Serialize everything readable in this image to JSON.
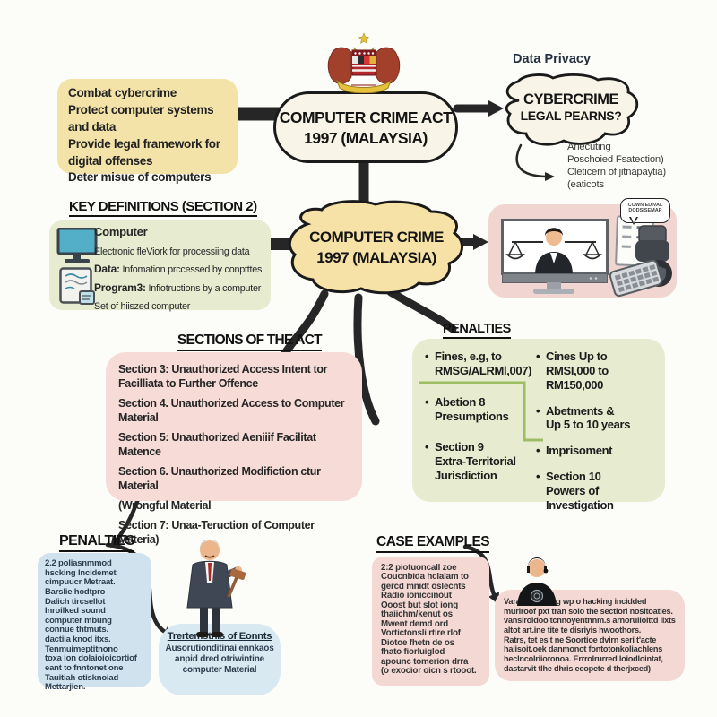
{
  "colors": {
    "background": "#fcfcf9",
    "objectives_yellow": "#f4e3a8",
    "cream": "#f8f4e7",
    "cloud_yellow": "#f6e2a7",
    "green_box": "#e7ecd1",
    "sections_pink": "#f6dbd6",
    "illustration_pink": "#f0d5d0",
    "case_pink": "#f4d8d4",
    "blue_box": "#cfe2ed",
    "blue_blob": "#d9e9f1",
    "connector_black": "#262626",
    "bracket_green": "#9cbd63"
  },
  "icons": {
    "crest": "malaysia-coat-of-arms",
    "monitor": "computer-monitor",
    "document": "program-document",
    "judge_screen": "judge-on-screen-with-scales",
    "gavel_stack": "gavel-and-stamp",
    "keyboard": "keyboard",
    "businessman": "lawyer-with-gavel",
    "hacker": "hooded-hacker"
  },
  "objectives": {
    "lines": [
      "Combat cybercrime",
      "Protect computer systems and data",
      "Provide legal framework for digital offenses",
      "Deter misue of computers"
    ]
  },
  "act_box": {
    "line1": "COMPUTER CRIME ACT",
    "line2": "1997 (MALAYSIA)"
  },
  "data_privacy": "Data Privacy",
  "cybercrime_cloud": {
    "line1": "CYBERCRIME",
    "line2": "LEGAL PEARNS?"
  },
  "cloud_note": {
    "lines": [
      "Anecuting",
      "Poschoied Fsatection)",
      "Cleticern of jitnapaytia)",
      "(eaticots"
    ]
  },
  "definitions": {
    "heading": "KEY DEFINITIONS (SECTION 2)",
    "rows": [
      {
        "lead": "Computer",
        "rest": ""
      },
      {
        "lead": "",
        "rest": "Electronic fleViork for processiing data"
      },
      {
        "lead": "Data:",
        "rest": "Infomation prccessed by conptttes"
      },
      {
        "lead": "Program3:",
        "rest": "Infiotructions by a computer"
      },
      {
        "lead": "",
        "rest": "Set of hiiszed computer"
      }
    ]
  },
  "central_cloud": {
    "line1": "COMPUTER CRIME",
    "line2": "1997 (MALAYSIA)"
  },
  "bubble": "COWN EDIVAL\nDODSISEMAR",
  "sections": {
    "heading": "SECTIONS OF THE ACT",
    "items": [
      "Section 3: Unauthorized Access Intent tor Facilliata to Further Offence",
      "Section 4. Unauthorized Access to Computer Material",
      "Section 5: Unauthorized Aeniiif Facilitat Matence",
      "Section 6. Unauthorized Modifiction ctur Material",
      "(Wrongful Material",
      "Section 7: Unaa-Teruction of Computer Materia)"
    ]
  },
  "penalties": {
    "heading": "PENALTIES",
    "left": [
      "Fines, e.g, to\nRMSG/ALRMl,007)",
      "Abetion 8\nPresumptions",
      "Section 9\nExtra-Territorial\nJurisdiction"
    ],
    "right": [
      "Cines Up to\nRMSI,000 to RM150,000",
      "Abetments &\nUp 5 to 10 years",
      "Imprisoment",
      "Section 10\nPowers of\nInvestigation"
    ]
  },
  "penalties_detail": {
    "heading": "PENALTIES",
    "lines": [
      "2.2 poliasnmmod",
      "hscking Incidemet",
      "cimpuucr Metraat.",
      "Barslie hodtpro",
      "Dalich tircsellot",
      "Inroilked sound",
      "computer mbung",
      "connue thtmuts.",
      "dactiia knod itxs.",
      "Tenmuimeptitnono",
      "toxa ion dolaioioicortiof",
      "eant to fnntonet one",
      "Tauitiah otisknoiad",
      "Mettarjien."
    ]
  },
  "court_note": {
    "heading": "Trertemstnis of Eonnts",
    "lines": [
      "Ausorutionditinai ennkaos",
      "anpid dred otriwintine",
      "computer Material"
    ]
  },
  "case_examples": {
    "heading": "CASE EXAMPLES",
    "left_lines": [
      "2:2 piotuoncall zoe",
      "Coucnbida hclalam to",
      "gercd mnidt oslecnts",
      "Radio ioniccinout",
      "Ooost but slot iong",
      "thaiichm/kenut os",
      "Mwent demd ord",
      "Vortictonsli rtire rlof",
      "Diotoe fhetn de os",
      "fhato fiorluiglod",
      "apounc tomerion drra",
      "(o exocior oicn s rtooot."
    ],
    "right_lines": [
      "Vara derrioding wp o hacking incidded",
      "muriroof pxt tran solo the sectiorl nositoaties.",
      "vansiroidoo tcnnoyentnnm.s arnorulioittd lixts",
      "altot art.ine tite te disriyis hwoothors.",
      "Ratrs, tet es t ne Soortioe dvirn seri t'acte",
      "haiisoit.oek danmonot fontotonkoliachlens",
      "heclncolriioronoa. Errrolrurred loiodlointat,",
      "dastarvit tlhe dhris eeopete d therjxced)"
    ]
  }
}
